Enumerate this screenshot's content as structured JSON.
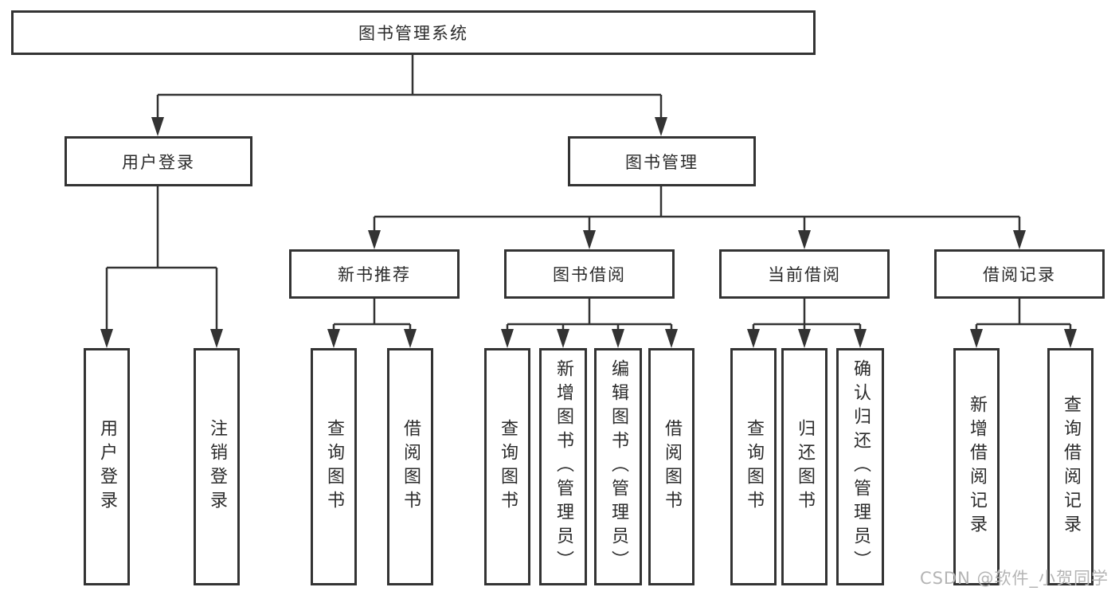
{
  "root": {
    "label": "图书管理系统"
  },
  "level2": [
    {
      "label": "用户登录"
    },
    {
      "label": "图书管理"
    }
  ],
  "level3": [
    {
      "label": "新书推荐"
    },
    {
      "label": "图书借阅"
    },
    {
      "label": "当前借阅"
    },
    {
      "label": "借阅记录"
    }
  ],
  "leaves": [
    {
      "label": "用户登录"
    },
    {
      "label": "注销登录"
    },
    {
      "label": "查询图书"
    },
    {
      "label": "借阅图书"
    },
    {
      "label": "查询图书"
    },
    {
      "label": "新增图书（管理员）"
    },
    {
      "label": "编辑图书（管理员）"
    },
    {
      "label": "借阅图书"
    },
    {
      "label": "查询图书"
    },
    {
      "label": "归还图书"
    },
    {
      "label": "确认归还（管理员）"
    },
    {
      "label": "新增借阅记录"
    },
    {
      "label": "查询借阅记录"
    }
  ],
  "watermark": "CSDN @软件_小贺同学",
  "colors": {
    "line": "#333333",
    "box_border": "#333333",
    "box_fill": "#ffffff",
    "text": "#2b2b2b",
    "watermark": "#b4b4b4",
    "background": "#ffffff"
  }
}
